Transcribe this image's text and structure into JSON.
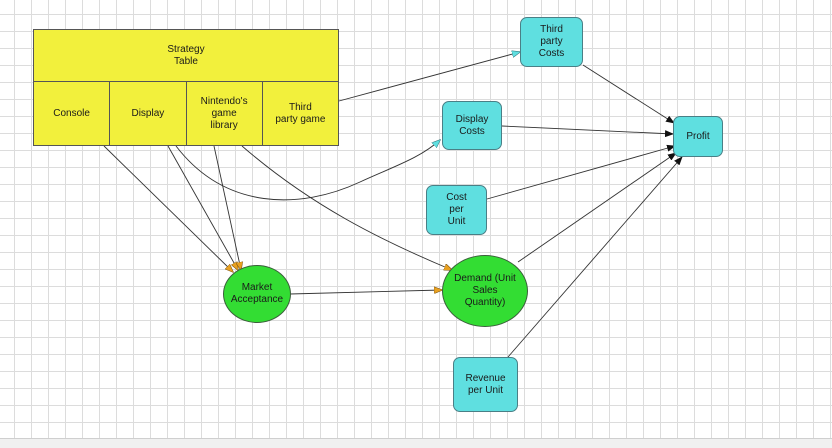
{
  "strategy_table": {
    "title": "Strategy\nTable",
    "columns": [
      "Console",
      "Display",
      "Nintendo's\ngame\nlibrary",
      "Third\nparty game"
    ]
  },
  "nodes": {
    "third_party_costs": "Third\nparty\nCosts",
    "display_costs": "Display\nCosts",
    "cost_per_unit": "Cost\nper\nUnit",
    "profit": "Profit",
    "market_acceptance": "Market\nAcceptance",
    "demand": "Demand (Unit\nSales\nQuantity)",
    "revenue_per_unit": "Revenue\nper Unit"
  },
  "colors": {
    "decision": "#f2f03c",
    "calculated": "#5fdfe0",
    "chance": "#33dd33",
    "arrow_decision": "#e8a020",
    "arrow_to_cost": "#5fdfe0",
    "arrow_default": "#222222"
  },
  "edges": [
    {
      "from": "console",
      "to": "market_acceptance"
    },
    {
      "from": "display",
      "to": "market_acceptance"
    },
    {
      "from": "nintendo_library",
      "to": "market_acceptance"
    },
    {
      "from": "display",
      "to": "display_costs"
    },
    {
      "from": "nintendo_library",
      "to": "demand"
    },
    {
      "from": "third_party_game",
      "to": "third_party_costs"
    },
    {
      "from": "market_acceptance",
      "to": "demand"
    },
    {
      "from": "third_party_costs",
      "to": "profit"
    },
    {
      "from": "display_costs",
      "to": "profit"
    },
    {
      "from": "cost_per_unit",
      "to": "profit"
    },
    {
      "from": "demand",
      "to": "profit"
    },
    {
      "from": "revenue_per_unit",
      "to": "profit"
    }
  ]
}
